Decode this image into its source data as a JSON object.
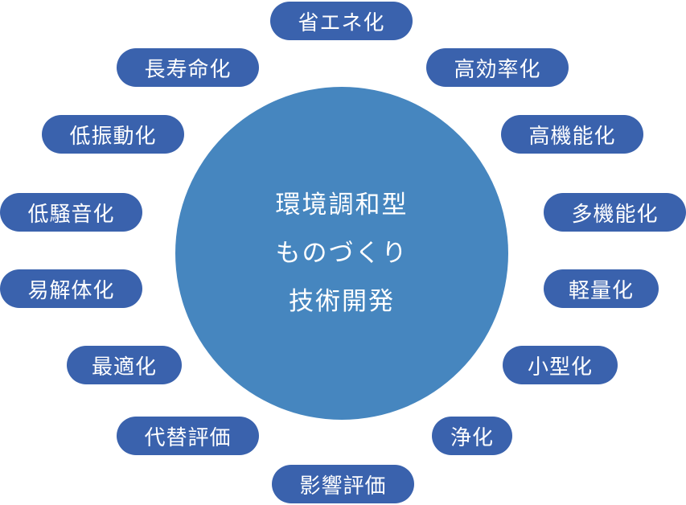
{
  "center": {
    "lines": [
      "環境調和型",
      "ものづくり",
      "技術開発"
    ]
  },
  "items": [
    "省エネ化",
    "長寿命化",
    "高効率化",
    "低振動化",
    "高機能化",
    "低騒音化",
    "多機能化",
    "易解体化",
    "軽量化",
    "最適化",
    "小型化",
    "代替評価",
    "浄化",
    "影響評価"
  ],
  "colors": {
    "pill": "#3a62ad",
    "circle": "#4686bf"
  }
}
